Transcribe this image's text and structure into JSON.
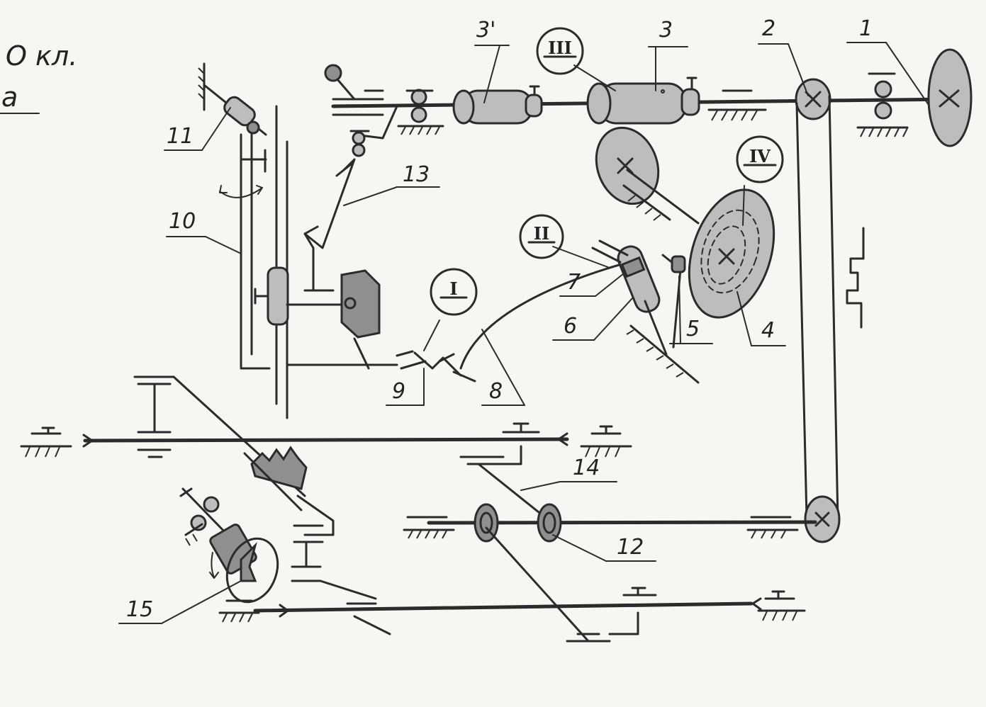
{
  "corner": {
    "line1": "О кл.",
    "line2": "а"
  },
  "labels": {
    "n1": "1",
    "n2": "2",
    "n3": "3",
    "n3p": "3'",
    "n4": "4",
    "n5": "5",
    "n6": "6",
    "n7": "7",
    "n8": "8",
    "n9": "9",
    "n10": "10",
    "n11": "11",
    "n12": "12",
    "n13": "13",
    "n14": "14",
    "n15": "15"
  },
  "romans": {
    "r1": "I",
    "r2": "II",
    "r3": "III",
    "r4": "IV"
  }
}
